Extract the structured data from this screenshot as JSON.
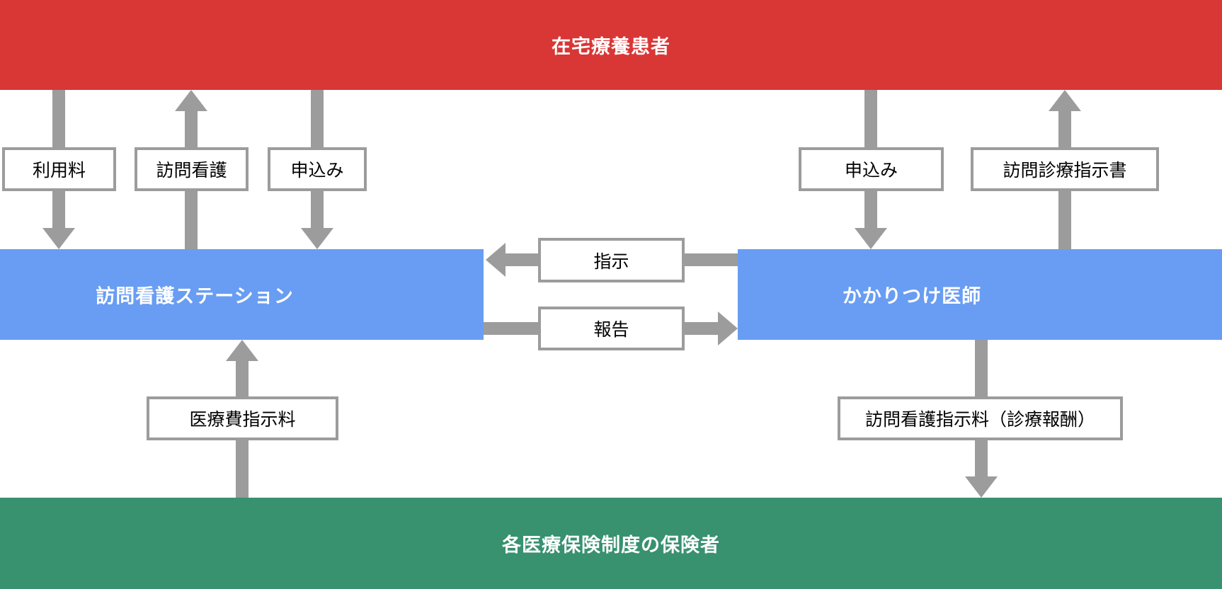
{
  "colors": {
    "patient_band": "#D93636",
    "provider_band": "#689DF3",
    "insurer_band": "#38916F",
    "arrow": "#9C9C9C",
    "box_border": "#9C9C9C",
    "box_bg": "#FFFFFF",
    "band_text": "#FFFFFF",
    "label_text": "#000000"
  },
  "diagram": {
    "nodes": {
      "patient": {
        "label": "在宅療養患者"
      },
      "station": {
        "label": "訪問看護ステーション"
      },
      "doctor": {
        "label": "かかりつけ医師"
      },
      "insurer": {
        "label": "各医療保険制度の保険者"
      }
    },
    "edges": [
      {
        "label": "利用料",
        "from": "patient",
        "to": "station",
        "direction": "down"
      },
      {
        "label": "訪問看護",
        "from": "station",
        "to": "patient",
        "direction": "up"
      },
      {
        "label": "申込み",
        "from": "patient",
        "to": "station",
        "direction": "down"
      },
      {
        "label": "申込み",
        "from": "patient",
        "to": "doctor",
        "direction": "down"
      },
      {
        "label": "訪問診療指示書",
        "from": "doctor",
        "to": "patient",
        "direction": "up"
      },
      {
        "label": "指示",
        "from": "doctor",
        "to": "station",
        "direction": "left"
      },
      {
        "label": "報告",
        "from": "station",
        "to": "doctor",
        "direction": "right"
      },
      {
        "label": "医療費指示料",
        "from": "insurer",
        "to": "station",
        "direction": "up"
      },
      {
        "label": "訪問看護指示料（診療報酬）",
        "from": "doctor",
        "to": "insurer",
        "direction": "down"
      }
    ]
  }
}
